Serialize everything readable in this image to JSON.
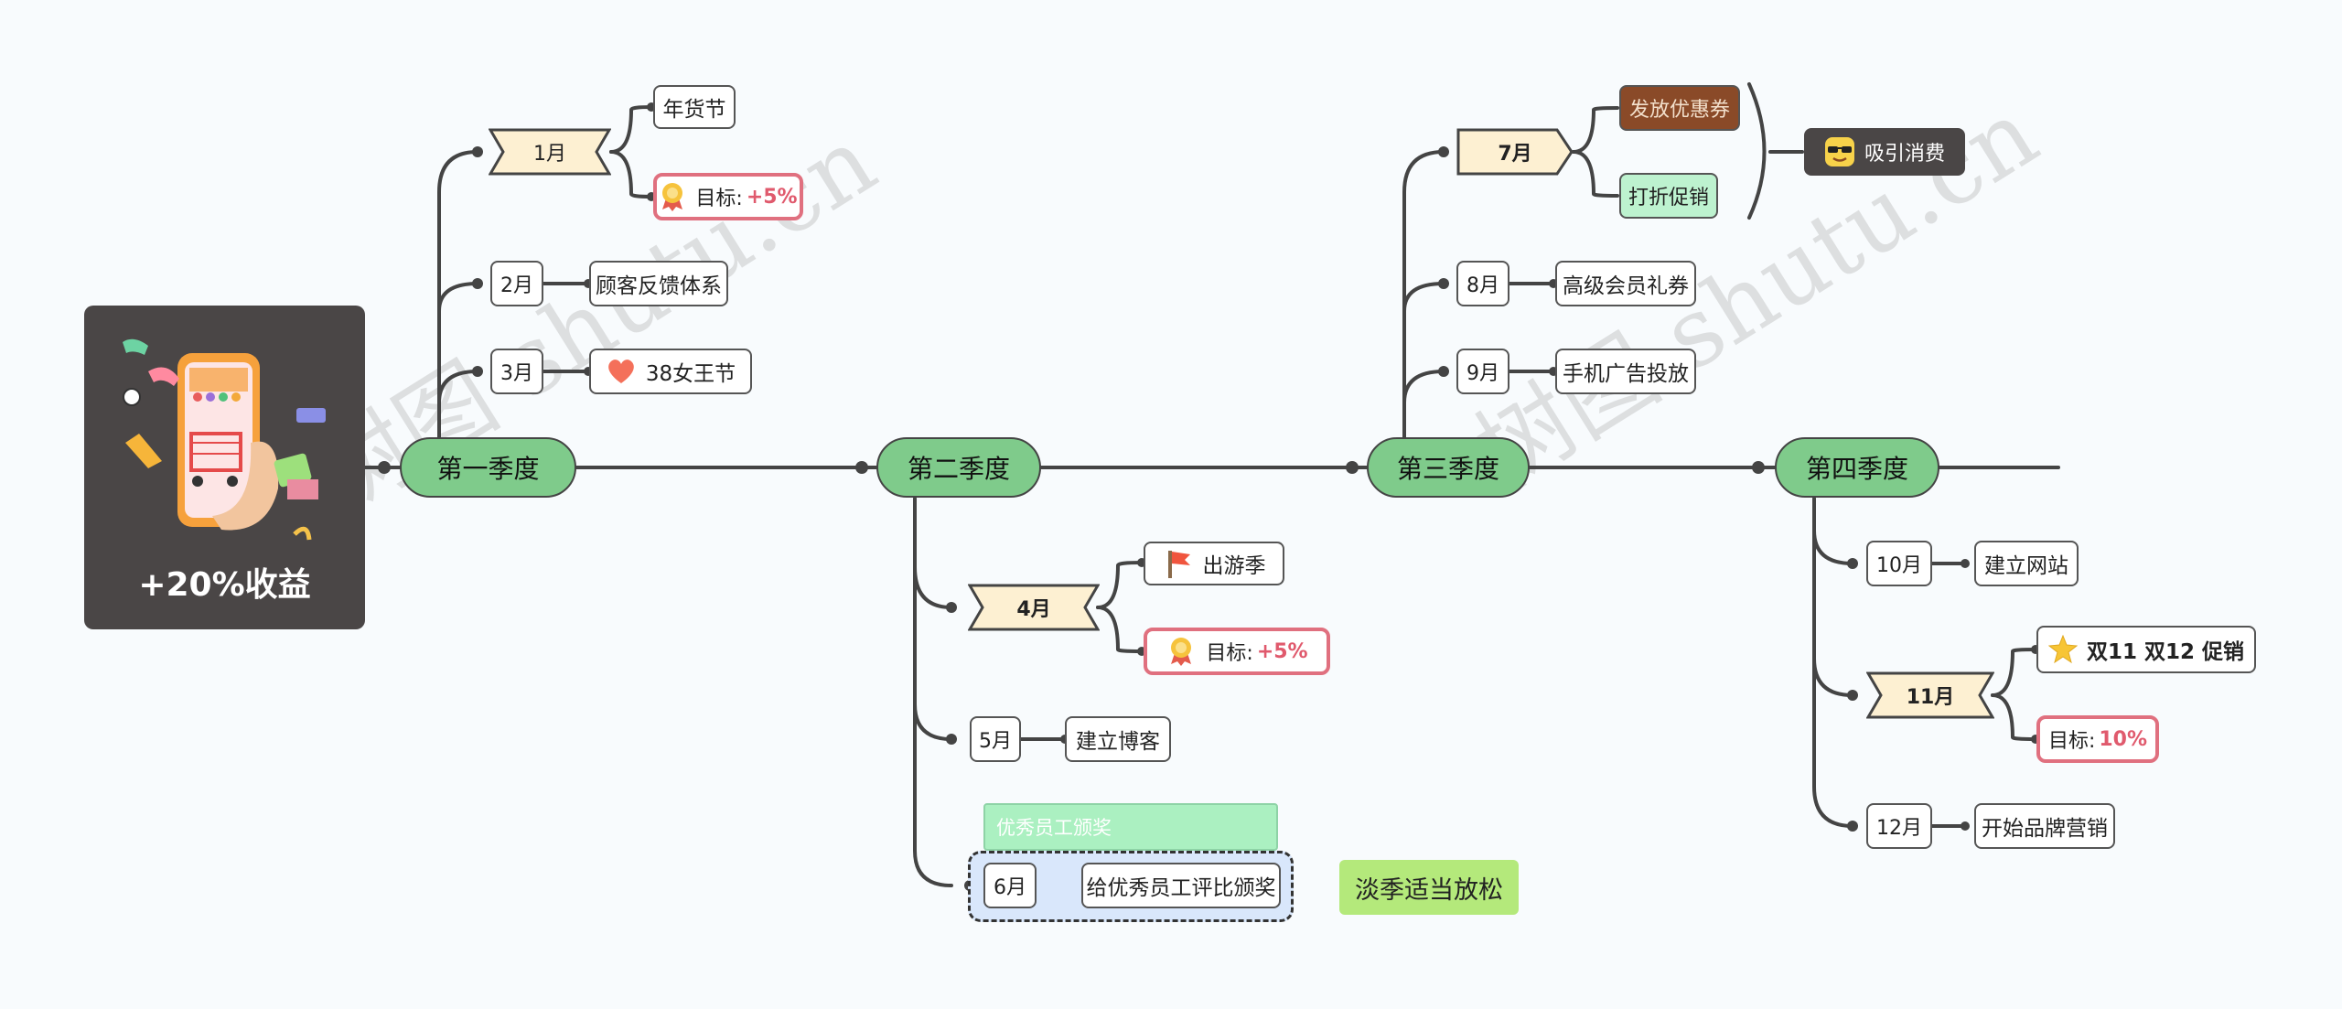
{
  "central": {
    "label": "+20%收益",
    "image": "phone-shopping-cart-illustration"
  },
  "watermarks": [
    "树图 shutu.cn",
    "树图 shutu.cn"
  ],
  "colors": {
    "quarter": "#7fcb8b",
    "goal_border": "#e0707f",
    "goal_value": "#e05a6d",
    "line": "#444444",
    "ribbon": "#fdf0d2"
  },
  "quarters": [
    {
      "label": "第一季度",
      "months": [
        {
          "label": "1月",
          "items": [
            {
              "text": "年货节"
            },
            {
              "text": "目标:",
              "value": "+5%",
              "icon": "award-medal-icon"
            }
          ]
        },
        {
          "label": "2月",
          "items": [
            {
              "text": "顾客反馈体系"
            }
          ]
        },
        {
          "label": "3月",
          "items": [
            {
              "text": "38女王节",
              "icon": "heart-icon"
            }
          ]
        }
      ]
    },
    {
      "label": "第二季度",
      "months": [
        {
          "label": "4月",
          "items": [
            {
              "text": "出游季",
              "icon": "flag-icon"
            },
            {
              "text": "目标:",
              "value": "+5%",
              "icon": "award-medal-icon"
            }
          ]
        },
        {
          "label": "5月",
          "items": [
            {
              "text": "建立博客"
            }
          ]
        },
        {
          "label": "6月",
          "items": [
            {
              "text": "给优秀员工评比颁奖"
            }
          ],
          "group_label": "优秀员工颁奖"
        }
      ],
      "note": "淡季适当放松"
    },
    {
      "label": "第三季度",
      "months": [
        {
          "label": "7月",
          "items": [
            {
              "text": "发放优惠券"
            },
            {
              "text": "打折促销"
            }
          ],
          "summary": {
            "text": "吸引消费",
            "icon": "cool-face-icon"
          }
        },
        {
          "label": "8月",
          "items": [
            {
              "text": "高级会员礼券"
            }
          ]
        },
        {
          "label": "9月",
          "items": [
            {
              "text": "手机广告投放"
            }
          ]
        }
      ]
    },
    {
      "label": "第四季度",
      "months": [
        {
          "label": "10月",
          "items": [
            {
              "text": "建立网站"
            }
          ]
        },
        {
          "label": "11月",
          "items": [
            {
              "text": "双11 双12 促销",
              "icon": "star-icon"
            },
            {
              "text": "目标:",
              "value": "10%"
            }
          ]
        },
        {
          "label": "12月",
          "items": [
            {
              "text": "开始品牌营销"
            }
          ]
        }
      ]
    }
  ]
}
